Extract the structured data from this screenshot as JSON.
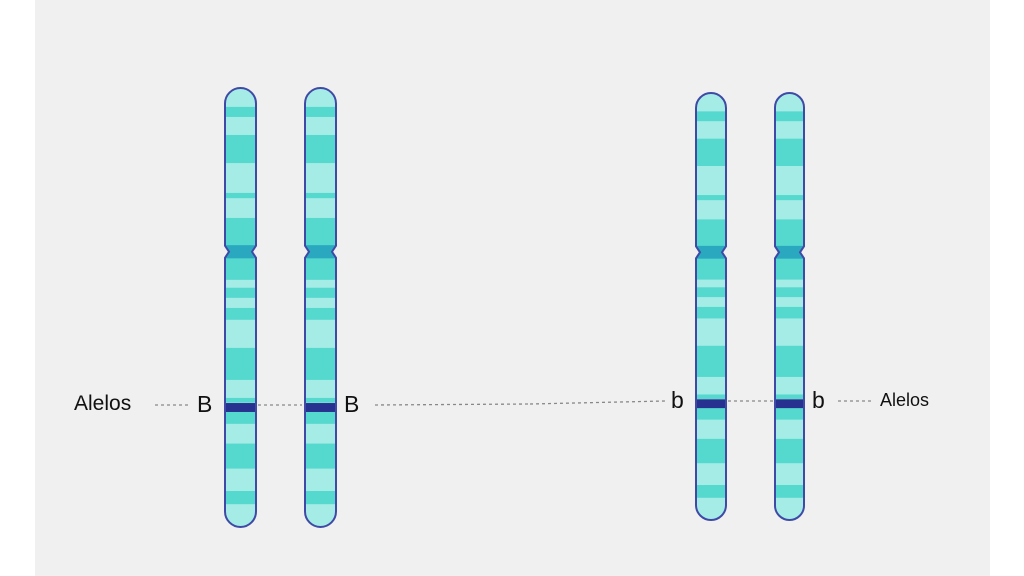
{
  "labels": {
    "left_alleles": "Alelos",
    "right_alleles": "Alelos",
    "allele_B1": "B",
    "allele_B2": "B",
    "allele_b1": "b",
    "allele_b2": "b"
  },
  "colors": {
    "background": "#f0f0f0",
    "band_light": "#a6ece6",
    "band_dark": "#55d9cf",
    "centromere": "#2aa8c0",
    "outline": "#3f4aa6",
    "allele_locus": "#27318f"
  }
}
